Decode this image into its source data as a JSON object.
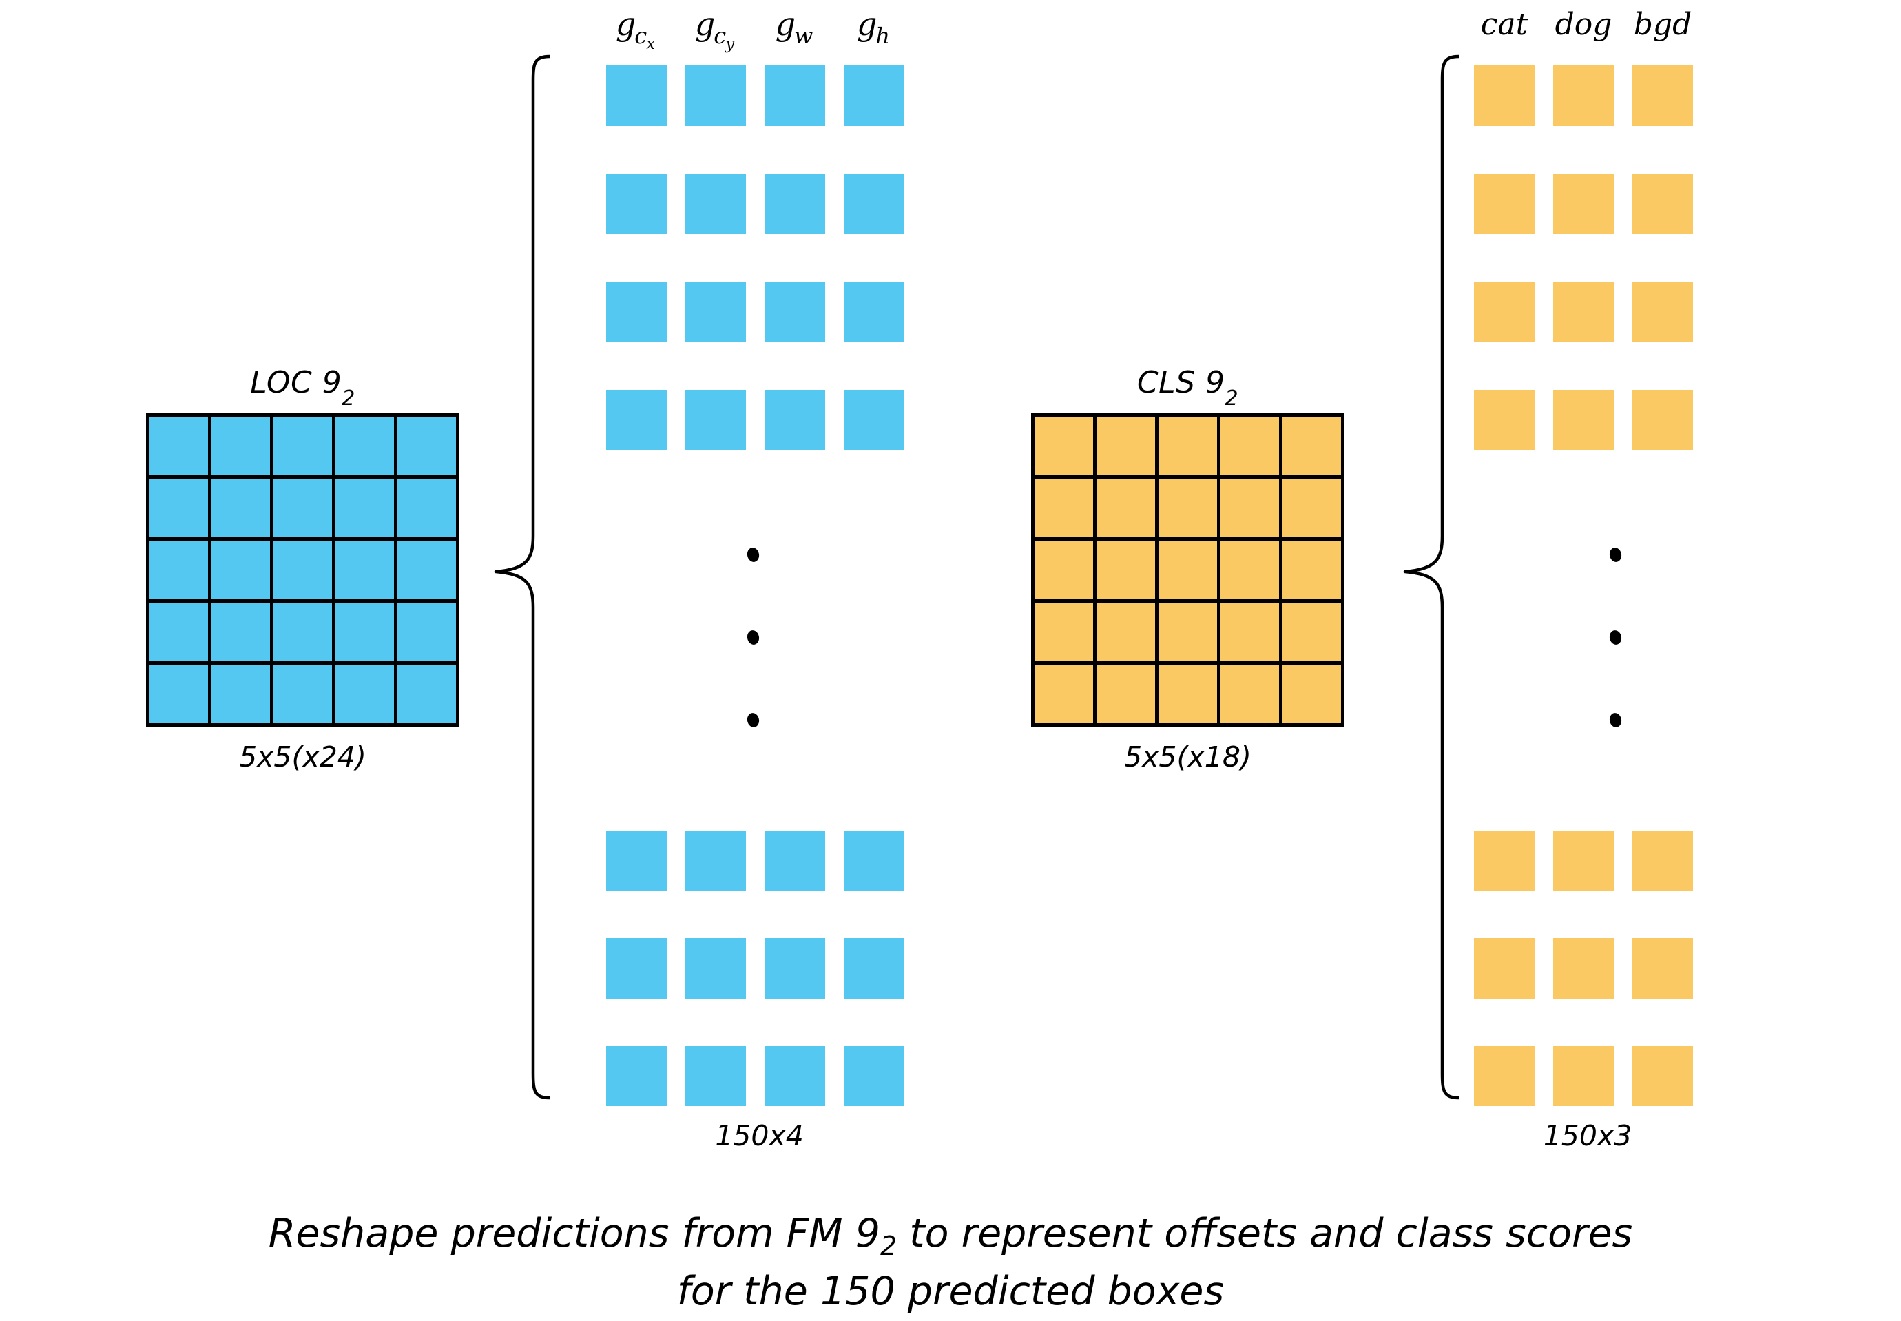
{
  "figure": {
    "background_color": "#FFFFFF",
    "blue_color": "#54C8F0",
    "orange_color": "#FBC963",
    "line_color": "#000000"
  },
  "loc_branch": {
    "feature_map_title_main": "LOC 9",
    "feature_map_title_sub": "2",
    "feature_map_dims": "5x5(x24)",
    "grid_rows": 5,
    "grid_cols": 5,
    "column_headers": [
      {
        "base": "g",
        "sub1": "c",
        "sub2": "x",
        "name": "g-cx"
      },
      {
        "base": "g",
        "sub1": "c",
        "sub2": "y",
        "name": "g-cy"
      },
      {
        "base": "g",
        "sub1": "w",
        "sub2": "",
        "name": "g-w"
      },
      {
        "base": "g",
        "sub1": "h",
        "sub2": "",
        "name": "g-h"
      }
    ],
    "reshaped_dims": "150x4",
    "squares_per_row": 4,
    "top_rows_shown": 4,
    "bottom_rows_shown": 3
  },
  "cls_branch": {
    "feature_map_title_main": "CLS 9",
    "feature_map_title_sub": "2",
    "feature_map_dims": "5x5(x18)",
    "grid_rows": 5,
    "grid_cols": 5,
    "column_headers": [
      {
        "label": "cat",
        "name": "cat"
      },
      {
        "label": "dog",
        "name": "dog"
      },
      {
        "label": "bgd",
        "name": "bgd"
      }
    ],
    "reshaped_dims": "150x3",
    "squares_per_row": 3,
    "top_rows_shown": 4,
    "bottom_rows_shown": 3
  },
  "caption": {
    "line1_before": "Reshape predictions from FM 9",
    "line1_sub": "2",
    "line1_after": " to represent offsets and class scores",
    "line2": "for the 150 predicted boxes"
  }
}
